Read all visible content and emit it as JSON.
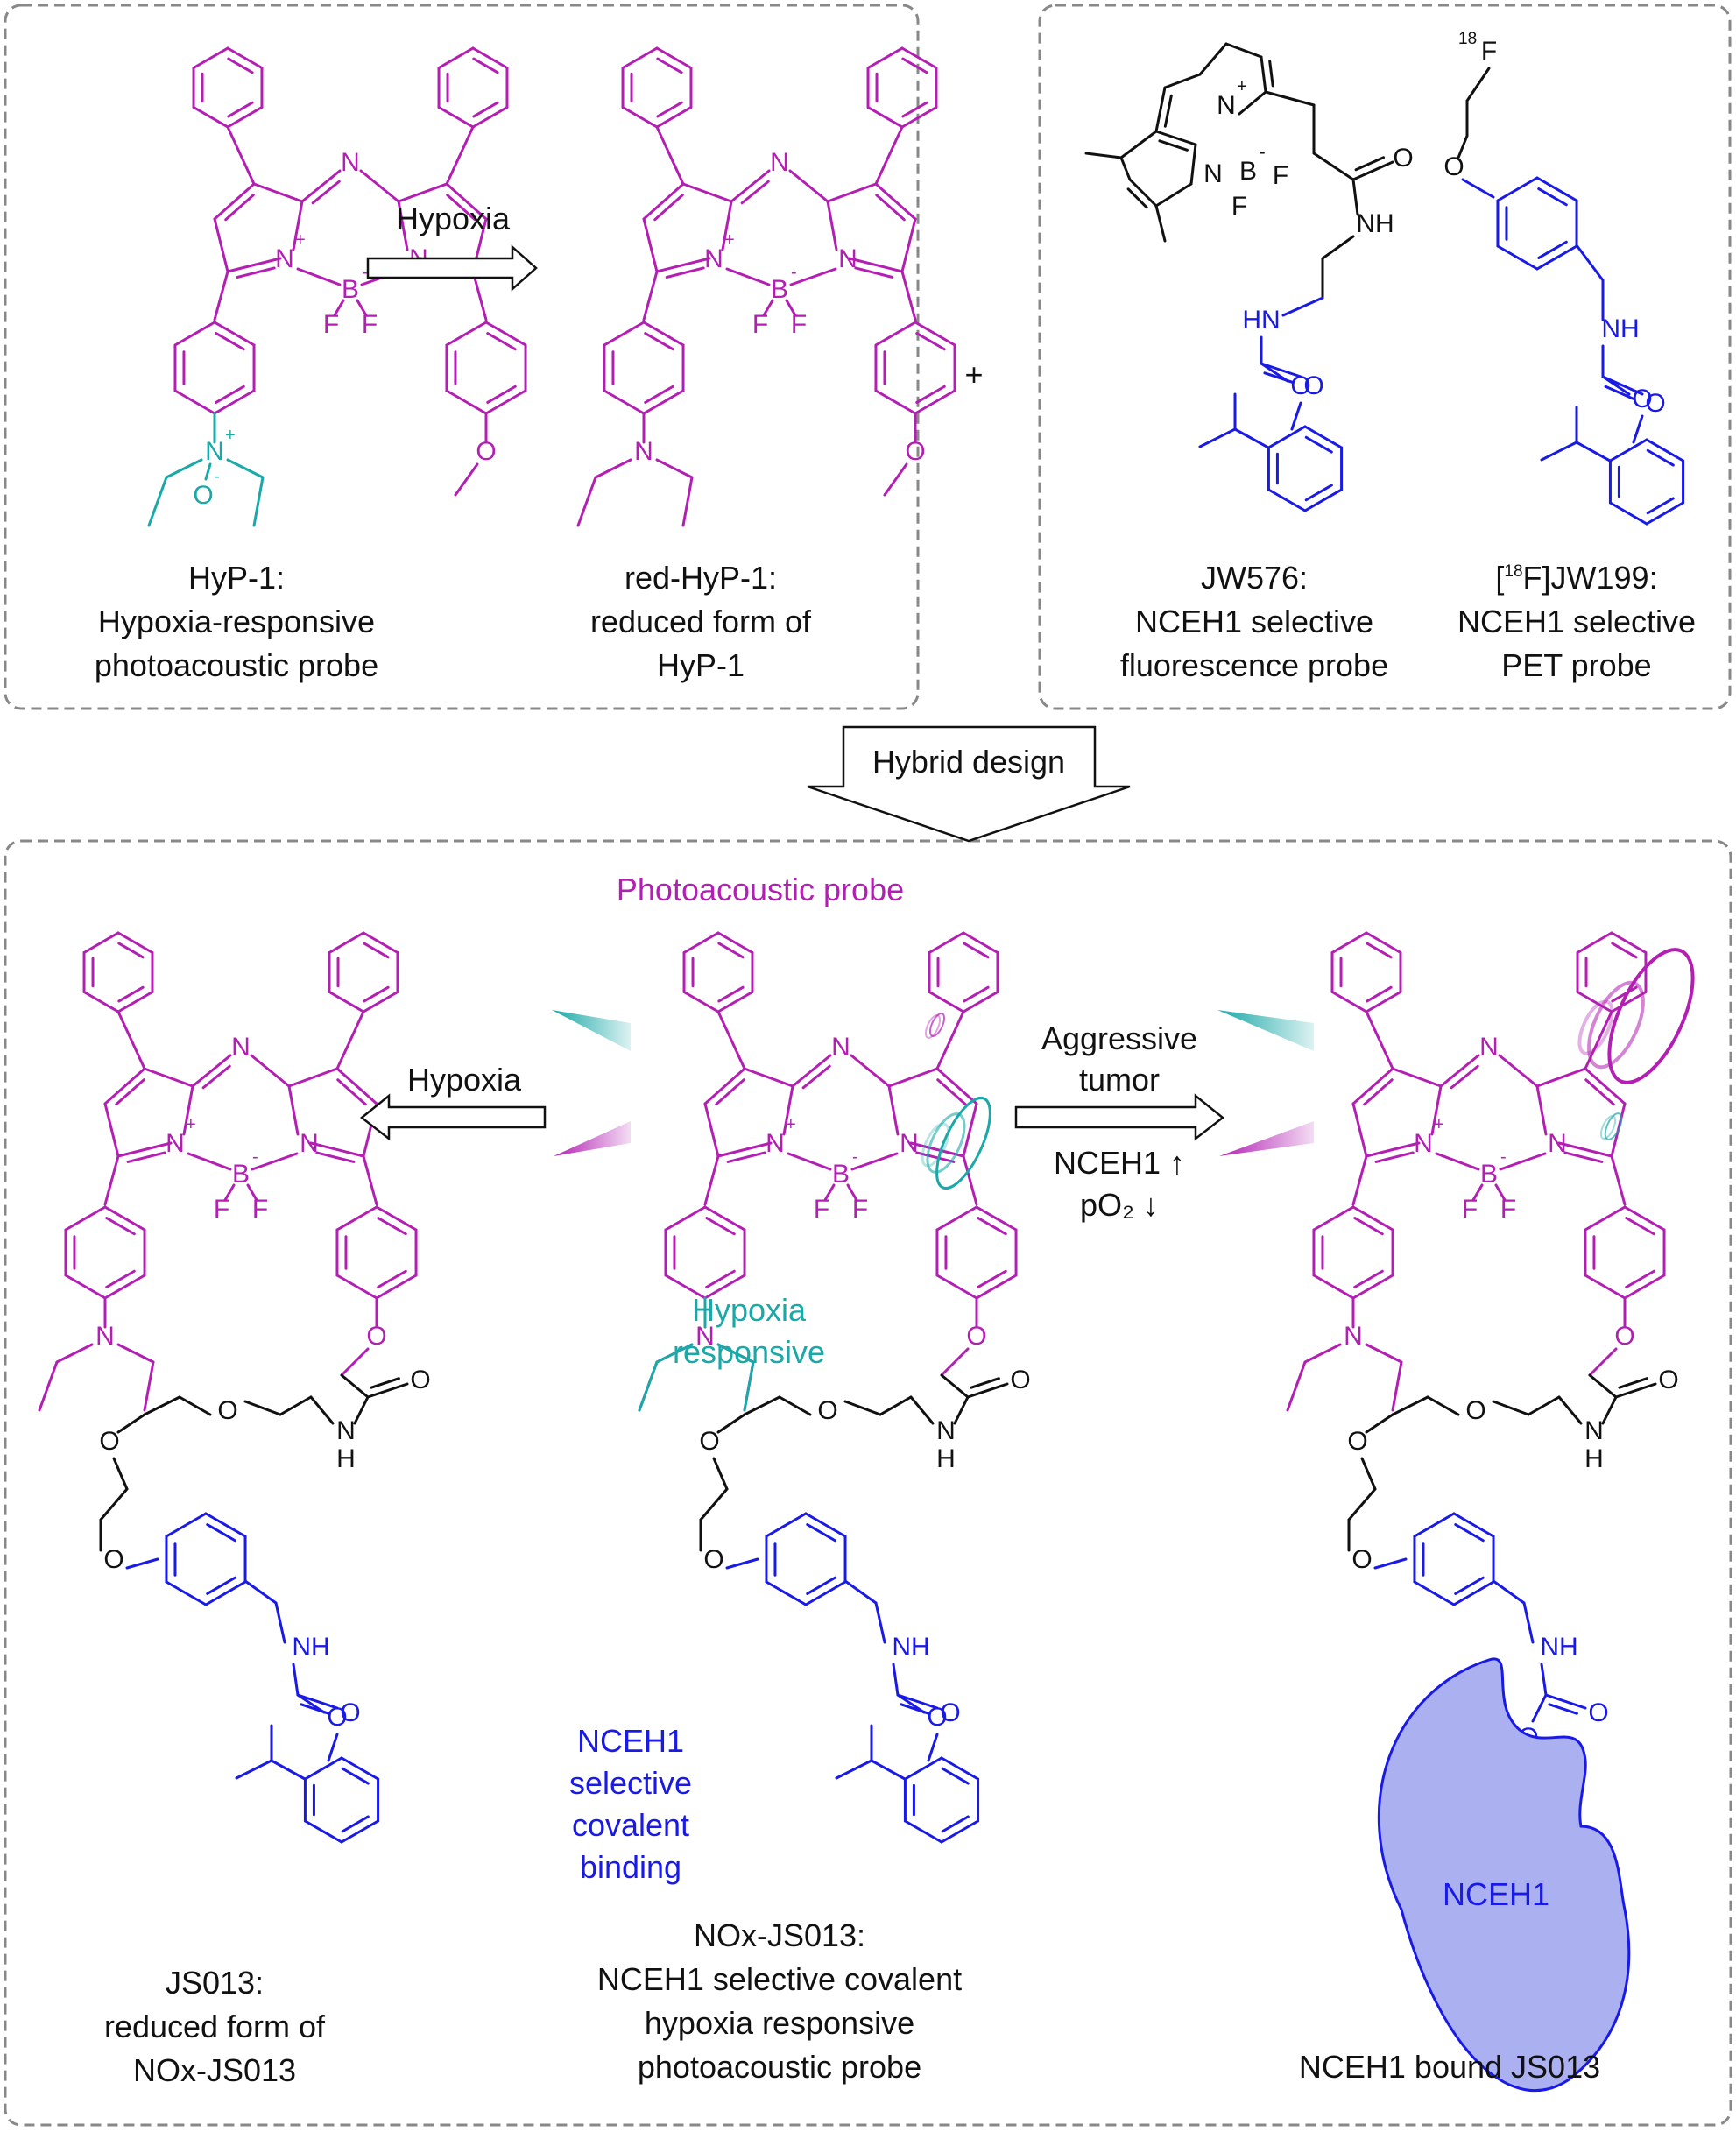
{
  "colors": {
    "magenta": "#b31fb3",
    "teal": "#1aa8a8",
    "blue": "#1a1ae6",
    "black": "#111111",
    "enzyme_fill": "#aab0f0",
    "box_border": "#888888"
  },
  "panels": {
    "top_left": {
      "hyp1": {
        "caption": [
          "HyP-1:",
          "Hypoxia-responsive",
          "photoacoustic probe"
        ]
      },
      "red_hyp1": {
        "caption": [
          "red-HyP-1:",
          "reduced form of",
          "HyP-1"
        ]
      },
      "arrow_label": "Hypoxia"
    },
    "plus_sign": "+",
    "top_right": {
      "jw576": {
        "caption": [
          "JW576:",
          "NCEH1 selective",
          "fluorescence probe"
        ]
      },
      "jw199": {
        "caption_sup": "18",
        "caption_rest": "F]JW199:",
        "caption_open": "[",
        "caption": [
          "NCEH1 selective",
          "PET probe"
        ]
      }
    },
    "hybrid_arrow_label": "Hybrid design",
    "bottom": {
      "js013": {
        "caption": [
          "JS013:",
          "reduced form of",
          "NOx-JS013"
        ]
      },
      "nox_js013": {
        "caption": [
          "NOx-JS013:",
          "NCEH1 selective covalent",
          "hypoxia responsive",
          "photoacoustic probe"
        ]
      },
      "bound": {
        "caption": [
          "NCEH1 bound JS013"
        ]
      },
      "left_arrow_label": "Hypoxia",
      "right_arrow_label": [
        "Aggressive",
        "tumor"
      ],
      "conditions": [
        "NCEH1 ↑",
        "pO₂ ↓"
      ],
      "photoacoustic_label": "Photoacoustic probe",
      "hypoxia_responsive_label": [
        "Hypoxia",
        "responsive"
      ],
      "binding_label": [
        "NCEH1",
        "selective",
        "covalent",
        "binding"
      ],
      "enzyme_label": "NCEH1"
    }
  },
  "atoms": {
    "N": "N",
    "B": "B",
    "F": "F",
    "O": "O",
    "NH": "NH",
    "H": "H",
    "HN": "HN",
    "plus": "+",
    "minus": "-",
    "fluorine18_mass": "18"
  }
}
